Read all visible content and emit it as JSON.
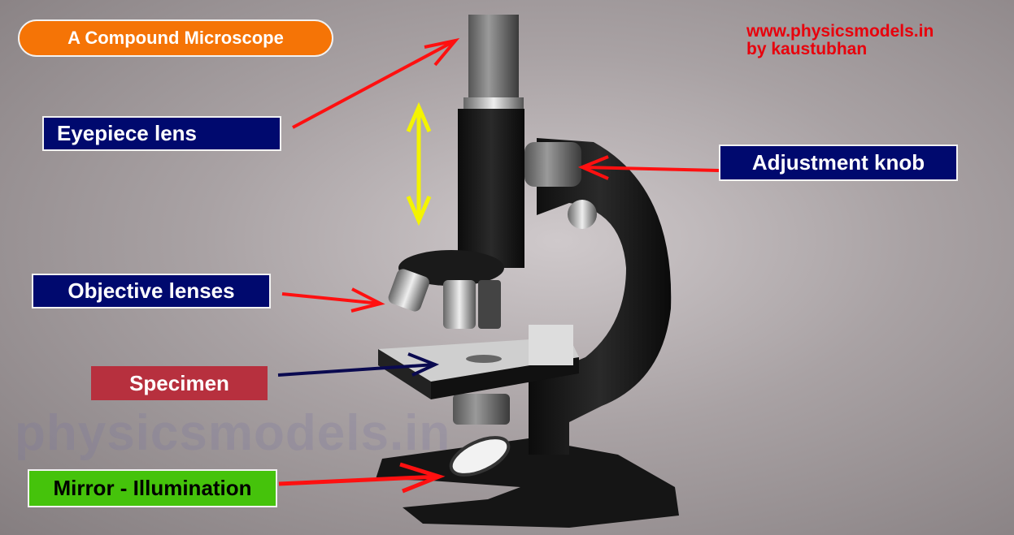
{
  "title": "A Compound Microscope",
  "credits": {
    "url": "www.physicsmodels.in",
    "author": "by kaustubhan"
  },
  "watermark": "physicsmodels.in",
  "labels": {
    "eyepiece": "Eyepiece lens",
    "objective": "Objective lenses",
    "specimen": "Specimen",
    "mirror": "Mirror - Illumination",
    "adjustment": "Adjustment knob"
  },
  "colors": {
    "arrow": "#ff1010",
    "specimen_arrow": "#0a0a50",
    "focus_arrow": "#f4f400"
  }
}
